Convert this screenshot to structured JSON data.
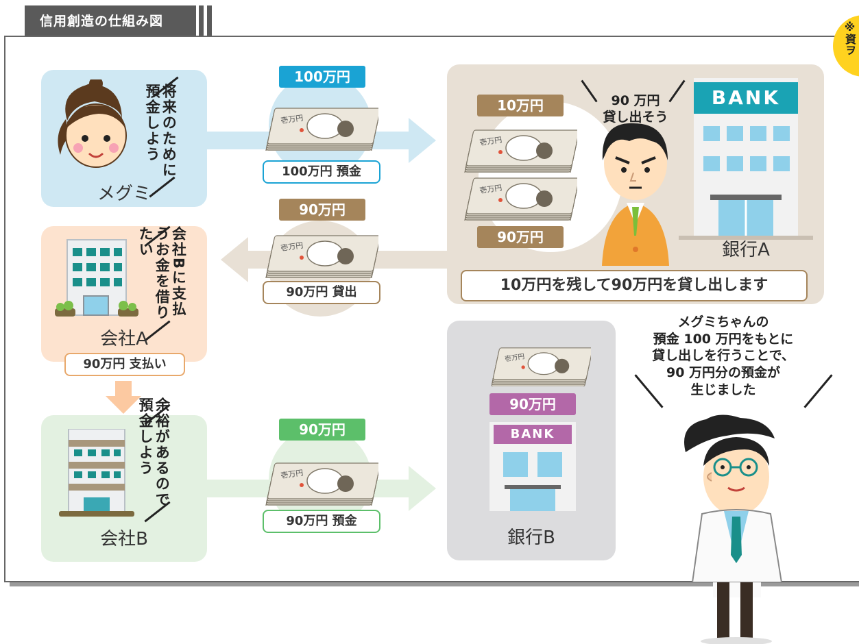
{
  "header": {
    "title": "信用創造の仕組み図"
  },
  "corner_badge": {
    "text": "※資ヲ",
    "color": "#ffd21f"
  },
  "megumi": {
    "label": "メグミ",
    "thought": "将来のために預金しよう",
    "color": "#cfe8f3"
  },
  "company_a": {
    "label": "会社A",
    "thought": "会社Bに支払うお金を借りたい",
    "payment_box": "90万円 支払い",
    "color": "#fde3cf"
  },
  "company_b": {
    "label": "会社B",
    "thought": "余裕があるので預金しよう",
    "color": "#e3f1e1"
  },
  "flow_deposit_1": {
    "amount_pill": "100万円",
    "box": "100万円 預金",
    "color": "#1aa3d4"
  },
  "flow_loan": {
    "amount_pill": "90万円",
    "box": "90万円 貸出",
    "color": "#a5855b"
  },
  "flow_deposit_2": {
    "amount_pill": "90万円",
    "box": "90万円 預金",
    "color": "#5cbf6a"
  },
  "bank_a": {
    "label": "銀行A",
    "sign": "BANK",
    "reserve_pill": "10万円",
    "loan_pill": "90万円",
    "speech": "90 万円\n貸し出そう",
    "caption": "10万円を残して90万円を貸し出します",
    "color": "#e8e0d5",
    "sign_color": "#1aa3b4"
  },
  "bank_b": {
    "label": "銀行B",
    "sign": "BANK",
    "amount_pill": "90万円",
    "color": "#dcdcde",
    "pill_color": "#b368a8"
  },
  "professor": {
    "speech": "メグミちゃんの\n預金 100 万円をもとに\n貸し出しを行うことで、\n90 万円分の預金が\n生じました"
  },
  "banknote": {
    "denomination": "壱万円"
  }
}
